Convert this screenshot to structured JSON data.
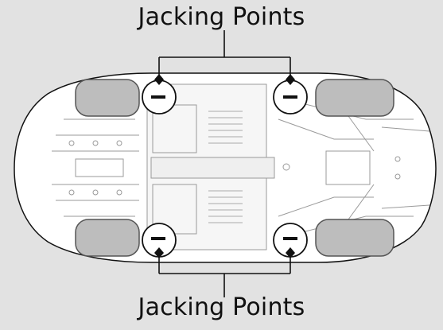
{
  "labels": {
    "top": "Jacking Points",
    "bottom": "Jacking Points"
  },
  "colors": {
    "background": "#e2e2e2",
    "body_fill": "#ffffff",
    "line": "#111111",
    "detail": "#9a9a9a",
    "tire": "#bdbdbd"
  },
  "icons": {
    "jacking_point_marker": "diamond",
    "jacking_point_highlight": "circle"
  }
}
